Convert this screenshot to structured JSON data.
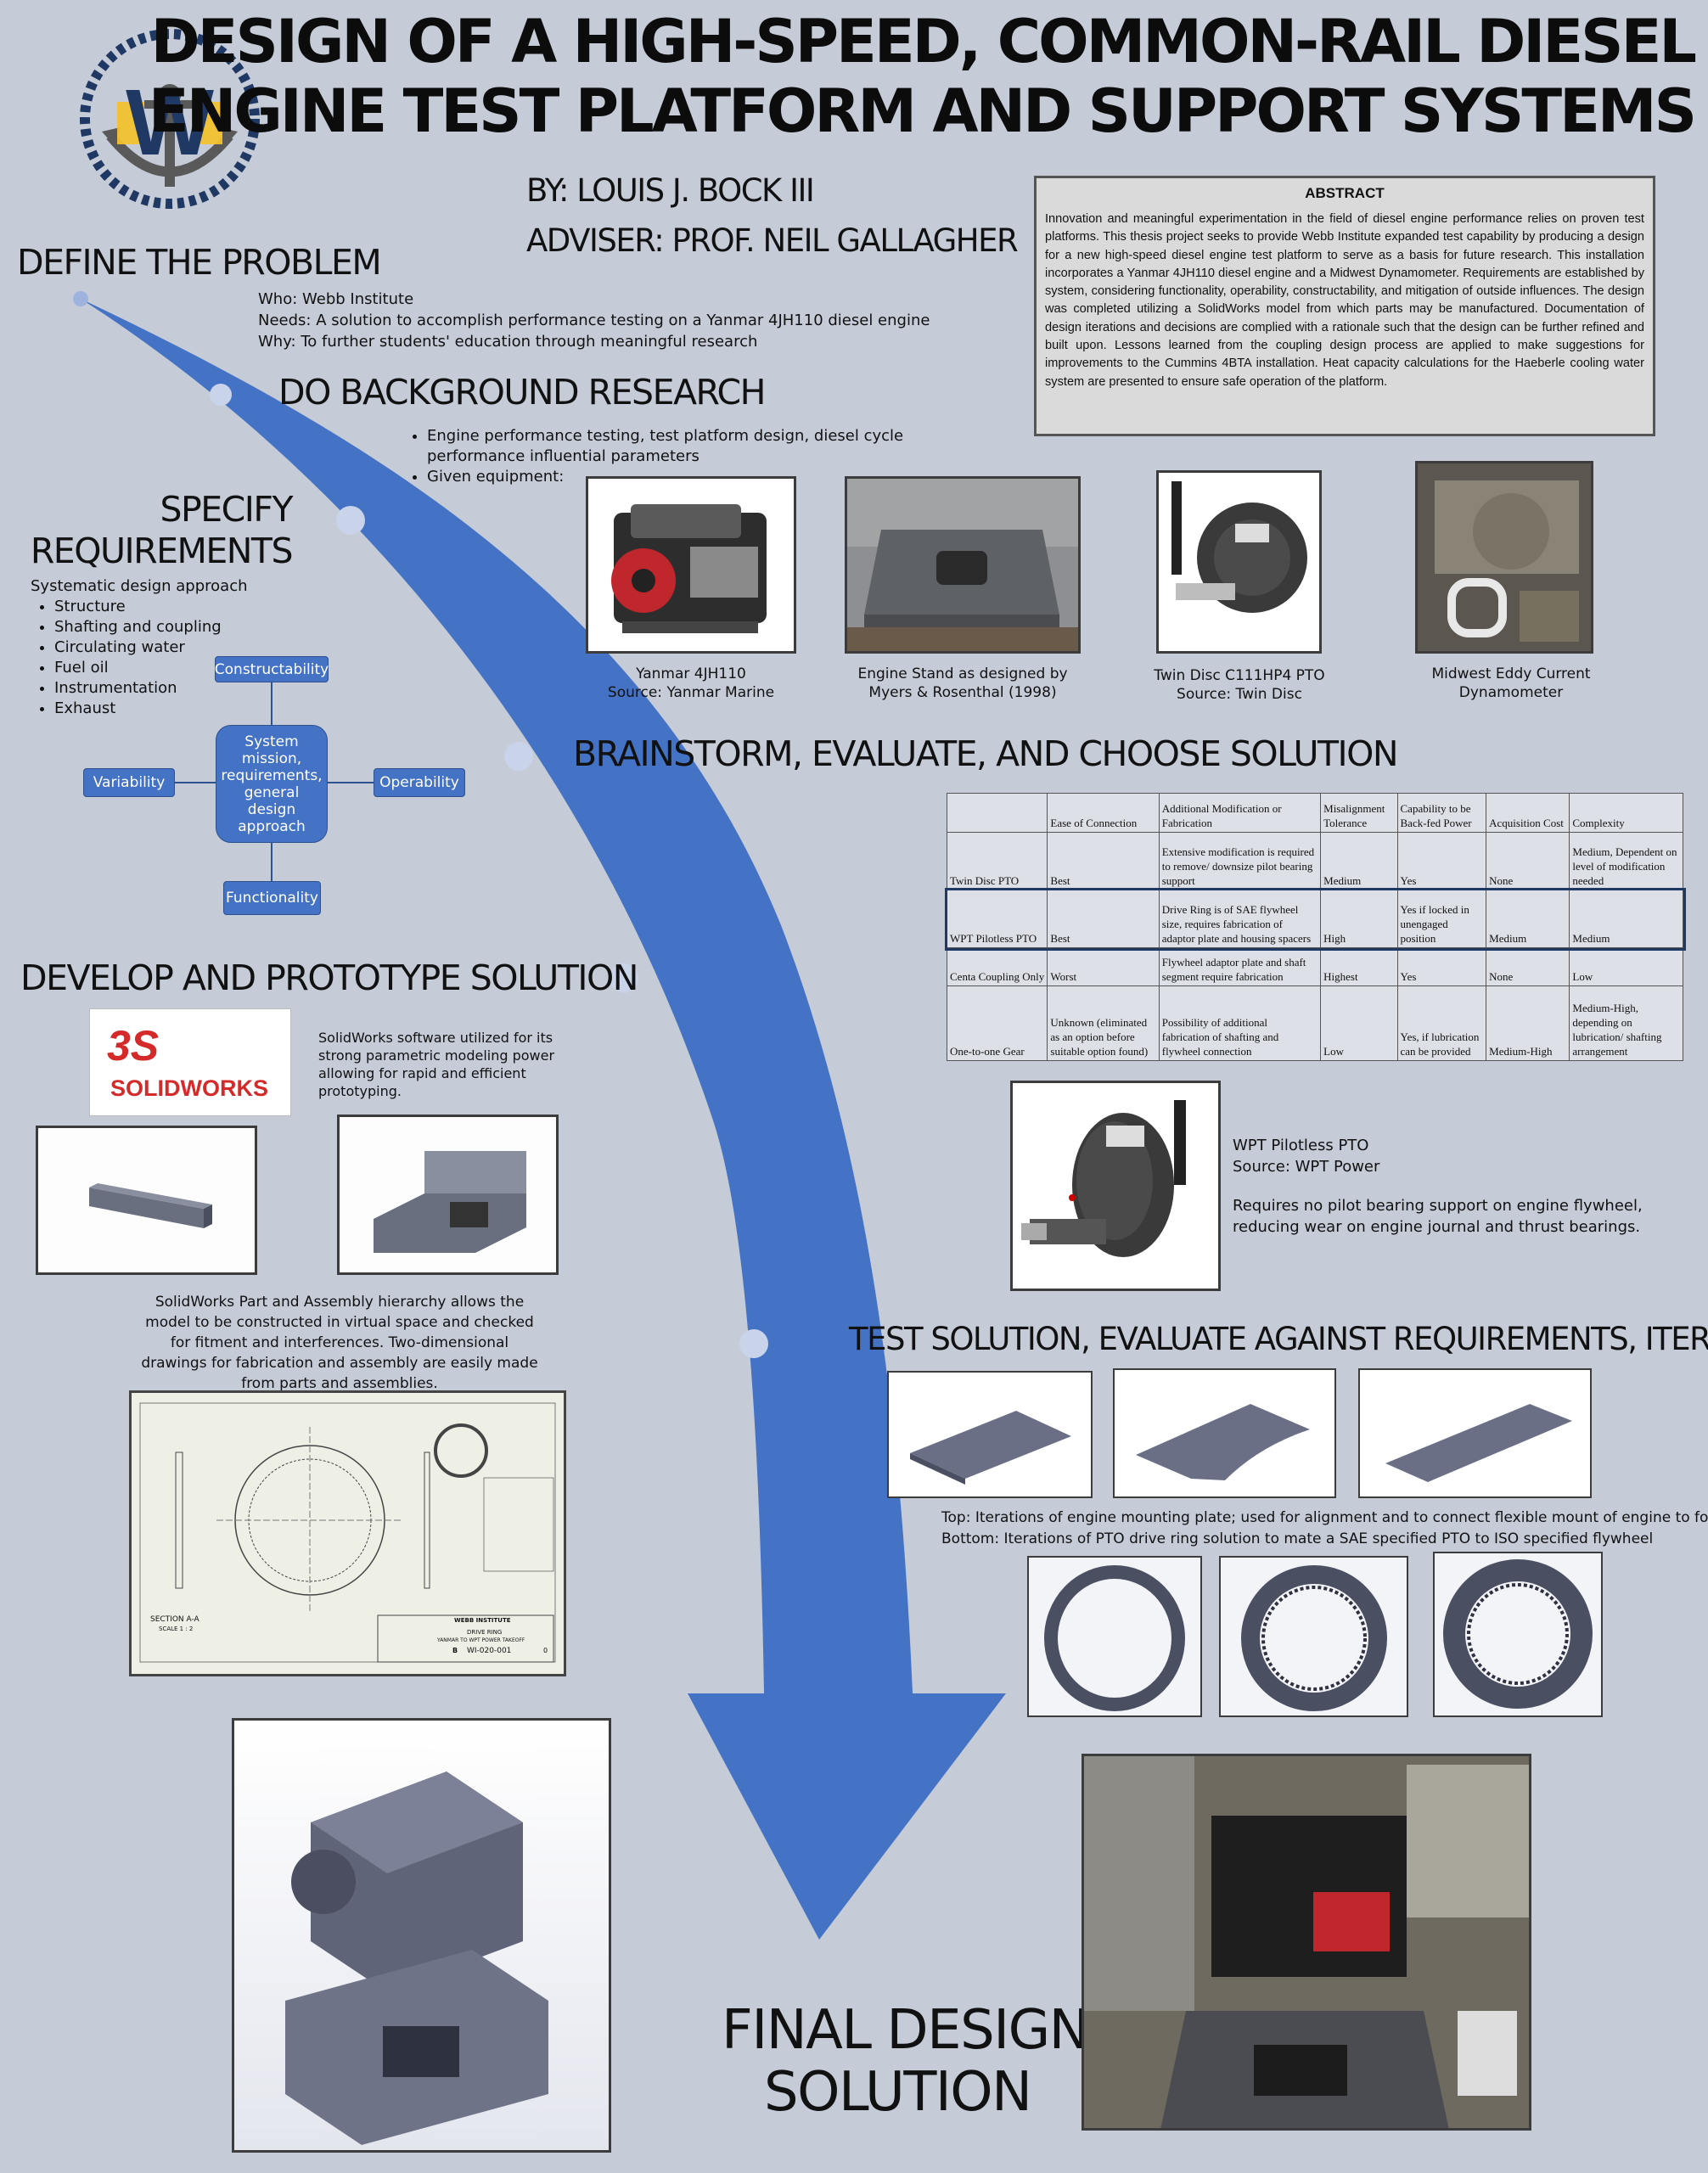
{
  "title": {
    "line1": "DESIGN OF A HIGH-SPEED, COMMON-RAIL DIESEL",
    "line2": "ENGINE TEST PLATFORM AND SUPPORT SYSTEMS"
  },
  "logo": {
    "letter": "W"
  },
  "author": "BY: LOUIS J. BOCK III",
  "adviser": "ADVISER: PROF. NEIL GALLAGHER",
  "abstract": {
    "heading": "ABSTRACT",
    "body": "Innovation and meaningful experimentation in the field of diesel engine performance relies on proven test platforms. This thesis project seeks to provide Webb Institute expanded test capability by producing a design for a new high-speed diesel engine test platform to serve as a basis for future research. This installation incorporates a Yanmar 4JH110 diesel engine and a Midwest Dynamometer. Requirements are established by system, considering functionality, operability, constructability, and mitigation of outside influences. The design was completed utilizing a SolidWorks model from which parts may be manufactured. Documentation of design iterations and decisions are complied with a rationale such that the design can be further refined and built upon. Lessons learned from the coupling design process are applied to make suggestions for improvements to the Cummins 4BTA installation. Heat capacity calculations for the Haeberle cooling water system are presented to ensure safe operation of the platform."
  },
  "define": {
    "heading": "DEFINE THE PROBLEM",
    "who": "Who: Webb Institute",
    "needs": "Needs: A solution to accomplish performance testing on a Yanmar 4JH110 diesel engine",
    "why": "Why: To further students' education through meaningful research"
  },
  "research": {
    "heading": "DO BACKGROUND RESEARCH",
    "bullet1": "Engine performance testing, test platform design, diesel cycle performance influential parameters",
    "bullet2": "Given equipment:",
    "items": [
      {
        "line1": "Yanmar 4JH110",
        "line2": "Source: Yanmar Marine"
      },
      {
        "line1": "Engine Stand as designed by",
        "line2": "Myers & Rosenthal (1998)"
      },
      {
        "line1": "Twin Disc C111HP4 PTO",
        "line2": "Source: Twin Disc"
      },
      {
        "line1": "Midwest Eddy Current",
        "line2": "Dynamometer"
      }
    ]
  },
  "specify": {
    "heading1": "SPECIFY",
    "heading2": "REQUIREMENTS",
    "intro": "Systematic design approach",
    "bullets": [
      "Structure",
      "Shafting and coupling",
      "Circulating water",
      "Fuel oil",
      "Instrumentation",
      "Exhaust"
    ],
    "center": "System mission, requirements, general design approach",
    "top": "Constructability",
    "left": "Variability",
    "right": "Operability",
    "bottom": "Functionality"
  },
  "brainstorm": {
    "heading": "BRAINSTORM, EVALUATE, AND CHOOSE SOLUTION",
    "columns": [
      "",
      "Ease of Connection",
      "Additional Modification or Fabrication",
      "Misalignment Tolerance",
      "Capability to be Back-fed Power",
      "Acquisition Cost",
      "Complexity"
    ],
    "rows": [
      [
        "Twin Disc PTO",
        "Best",
        "Extensive modification is required to remove/ downsize pilot bearing support",
        "Medium",
        "Yes",
        "None",
        "Medium, Dependent on level of modification needed"
      ],
      [
        "WPT Pilotless PTO",
        "Best",
        "Drive Ring is of SAE flywheel size, requires fabrication of adaptor plate and housing spacers",
        "High",
        "Yes if locked in unengaged position",
        "Medium",
        "Medium"
      ],
      [
        "Centa Coupling Only",
        "Worst",
        "Flywheel adaptor plate and shaft segment require fabrication",
        "Highest",
        "Yes",
        "None",
        "Low"
      ],
      [
        "One-to-one Gear",
        "Unknown (eliminated as an option before suitable option found)",
        "Possibility of additional fabrication of shafting and flywheel connection",
        "Low",
        "Yes, if lubrication can be provided",
        "Medium-High",
        "Medium-High, depending on lubrication/ shafting arrangement"
      ]
    ],
    "pto_caption1": "WPT Pilotless PTO",
    "pto_caption2": "Source: WPT Power",
    "pto_note1": "Requires no pilot bearing support on engine flywheel,",
    "pto_note2": "reducing wear on engine journal and thrust bearings."
  },
  "develop": {
    "heading": "DEVELOP AND PROTOTYPE SOLUTION",
    "sw_logo": "SOLIDWORKS",
    "sw_text": "SolidWorks software utilized for its strong parametric modeling power allowing for rapid and efficient prototyping.",
    "hierarchy_text": "SolidWorks Part and Assembly hierarchy allows the model to be constructed in virtual space and checked for fitment and interferences.  Two-dimensional drawings for fabrication and assembly are easily made from parts and assemblies.",
    "drawing": {
      "company": "WEBB INSTITUTE",
      "part": "DRIVE RING",
      "subtitle": "YANMAR TO WPT POWER TAKEOFF",
      "number": "WI-020-001",
      "section": "SECTION A-A",
      "scale": "SCALE 1 : 2",
      "size": "B",
      "rev": "0"
    }
  },
  "test": {
    "heading": "TEST SOLUTION, EVALUATE AGAINST REQUIREMENTS, ITERATE",
    "caption_top": "Top: Iterations of engine mounting plate; used for alignment and to connect flexible mount of engine to foundation",
    "caption_bottom": "Bottom: Iterations of PTO drive ring solution to mate a SAE specified PTO to ISO specified flywheel"
  },
  "final": {
    "line1": "FINAL DESIGN",
    "line2": "SOLUTION"
  },
  "colors": {
    "background": "#c5ccd8",
    "arrow": "#4472c4",
    "navy": "#1f3864",
    "gold": "#f2c12e"
  }
}
